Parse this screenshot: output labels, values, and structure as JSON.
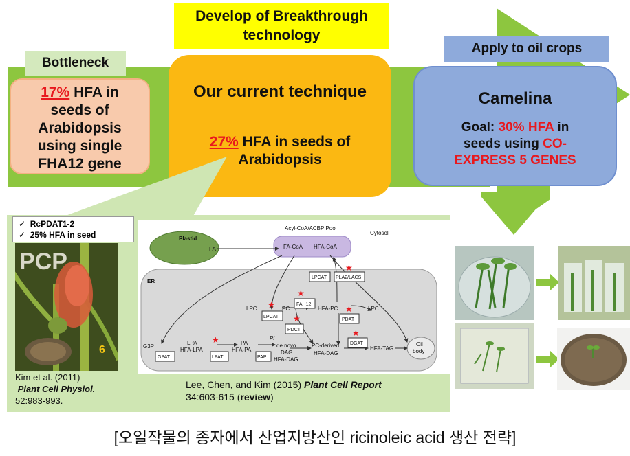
{
  "top_label": {
    "line1": "Develop of Breakthrough",
    "line2": "technology"
  },
  "bottleneck": {
    "title": "Bottleneck",
    "percent": "17%",
    "text_rest": "HFA in",
    "lines": [
      "seeds of",
      "Arabidopsis",
      "using single",
      "FHA12 gene"
    ]
  },
  "current": {
    "title": "Our current technique",
    "percent": "27%",
    "line1_rest": "HFA in seeds of",
    "line2": "Arabidopsis"
  },
  "apply": {
    "label": "Apply to oil crops"
  },
  "camelina": {
    "title": "Camelina",
    "goal_prefix": "Goal:",
    "goal_percent": "30%",
    "goal_hfa": "HFA",
    "goal_in": "in",
    "line2_prefix": "seeds using",
    "line2_red": "CO-",
    "line3_red": "EXPRESS 5 GENES"
  },
  "checklist": {
    "items": [
      "RcPDAT1-2",
      "25% HFA in seed"
    ]
  },
  "journal_cover": {
    "title": "PCP",
    "issue": "6"
  },
  "citation1": {
    "authors": "Kim et al. (2011)",
    "journal": "Plant Cell Physiol.",
    "pages": "52:983-993."
  },
  "pathway": {
    "pool": "Acyl-CoA/ACBP Pool",
    "cytosol": "Cytosol",
    "plastid": "Plastid",
    "fa": "FA",
    "fa_coa": "FA-CoA",
    "hfa_coa": "HFA-CoA",
    "er": "ER",
    "lpcat_top": "LPCAT",
    "pla2": "PLA2/LACS",
    "lpc_left": "LPC",
    "pc": "PC",
    "fah12": "FAH12",
    "hfa_pc": "HFA-PC",
    "lpc_right": "LPC",
    "lpcat_mid": "LPCAT",
    "pdat": "PDAT",
    "pdct": "PDCT",
    "pi": "Pi",
    "g3p": "G3P",
    "lpa": "LPA",
    "hfa_lpa": "HFA-LPA",
    "pa": "PA",
    "hfa_pa": "HFA-PA",
    "de_novo": "de novo",
    "dag": "DAG",
    "hfa_dag": "HFA-DAG",
    "pc_derived": "PC-derived",
    "hfa_dag2": "HFA-DAG",
    "dgat": "DGAT",
    "hfa_tag": "HFA-TAG",
    "oil": "Oil",
    "body": "body",
    "gpat": "GPAT",
    "lpat": "LPAT",
    "pap": "PAP"
  },
  "citation2": {
    "authors": "Lee, Chen, and Kim (2015)",
    "journal": "Plant Cell Report",
    "pages": "34:603-615",
    "review": "review"
  },
  "caption": "[오일작물의 종자에서 산업지방산인 ricinoleic acid  생산 전략]",
  "colors": {
    "arrow_green": "#8dc63f",
    "top_yellow": "#ffff00",
    "orange": "#fbb812",
    "peach": "#f8caac",
    "blue_box": "#8eaadb",
    "red": "#e8191e"
  }
}
